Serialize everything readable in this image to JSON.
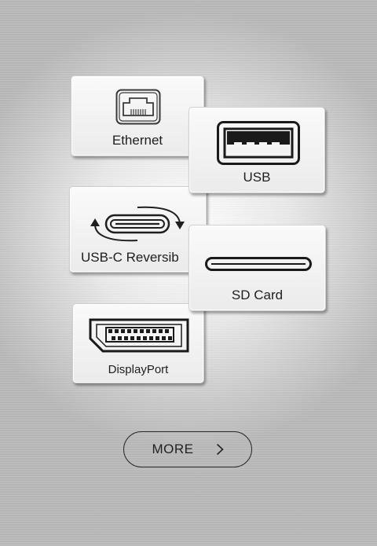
{
  "ports": {
    "ethernet": {
      "label": "Ethernet",
      "icon": "ethernet-port-icon"
    },
    "usb": {
      "label": "USB",
      "icon": "usb-port-icon"
    },
    "usbc": {
      "label": "USB-C Reversib",
      "icon": "usb-c-reversible-icon"
    },
    "sd": {
      "label": "SD Card",
      "icon": "sd-card-slot-icon"
    },
    "displayport": {
      "label": "DisplayPort",
      "icon": "displayport-icon"
    }
  },
  "more_button": {
    "label": "MORE",
    "icon": "chevron-right-icon"
  },
  "colors": {
    "card_background": "#f2f2f2",
    "text": "#1e1e1e",
    "icon_stroke": "#2a2a2a"
  }
}
